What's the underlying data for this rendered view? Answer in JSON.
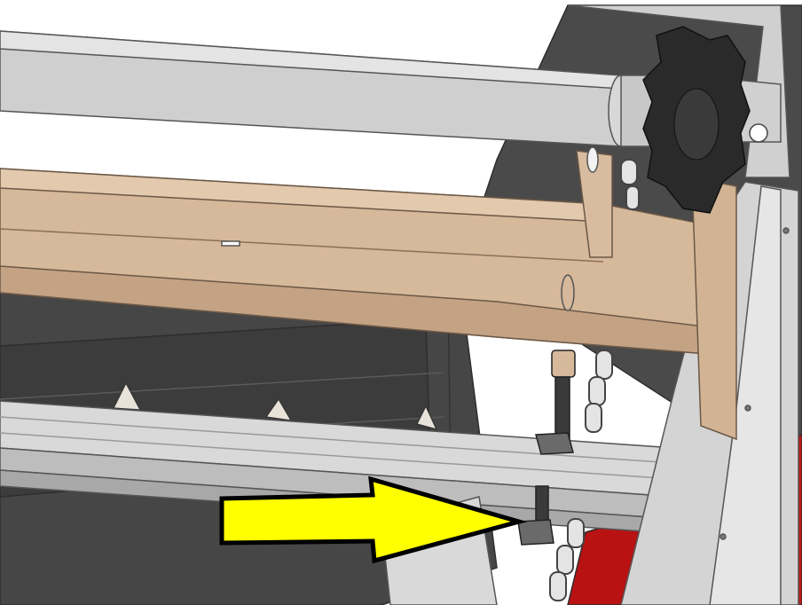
{
  "figure": {
    "type": "mechanical-cad-render",
    "pointer": {
      "icon": "arrow-right-icon",
      "fill": "#ffff00",
      "outline": "#000000"
    }
  },
  "colors": {
    "background": "#ffffff",
    "chute": "#4a4a4a",
    "chute_dark": "#3a3a3a",
    "red_panel": "#c41616",
    "tan_beam": "#d6b89a",
    "tan_beam_shadow": "#c4a284",
    "aluminum": "#d9d9d9",
    "aluminum_dark": "#b3b3b3",
    "shaft": "#cfcfcf",
    "sprocket": "#2a2a2a",
    "chain": "#e4e4e4",
    "bolt": "#333333"
  },
  "components": [
    {
      "id": "drive-shaft",
      "icon": "shaft-icon"
    },
    {
      "id": "sprocket",
      "icon": "gear-icon"
    },
    {
      "id": "tan-crossbeam",
      "icon": "beam-icon"
    },
    {
      "id": "roller-chain",
      "icon": "chain-icon"
    },
    {
      "id": "threaded-tension-rod",
      "icon": "bolt-icon"
    },
    {
      "id": "aluminum-frame",
      "icon": "frame-icon"
    },
    {
      "id": "chute-panel",
      "icon": "panel-icon"
    }
  ]
}
